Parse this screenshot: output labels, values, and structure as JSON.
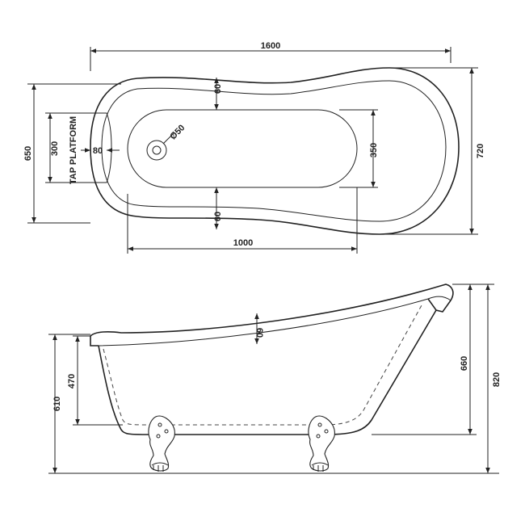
{
  "top_view": {
    "overall_length": "1600",
    "overall_width": "720",
    "left_end_width": "650",
    "tap_platform_width": "300",
    "tap_platform_label": "TAP PLATFORM",
    "tap_platform_depth": "80",
    "top_rim": "60",
    "bottom_rim": "60",
    "inner_length": "1000",
    "inner_width": "350",
    "waste_diameter": "Ø50"
  },
  "side_view": {
    "rim_thickness": "60",
    "overall_height": "820",
    "head_end_height": "660",
    "foot_end_height": "610",
    "inner_depth": "470"
  },
  "colors": {
    "line": "#222222",
    "background": "#ffffff"
  }
}
